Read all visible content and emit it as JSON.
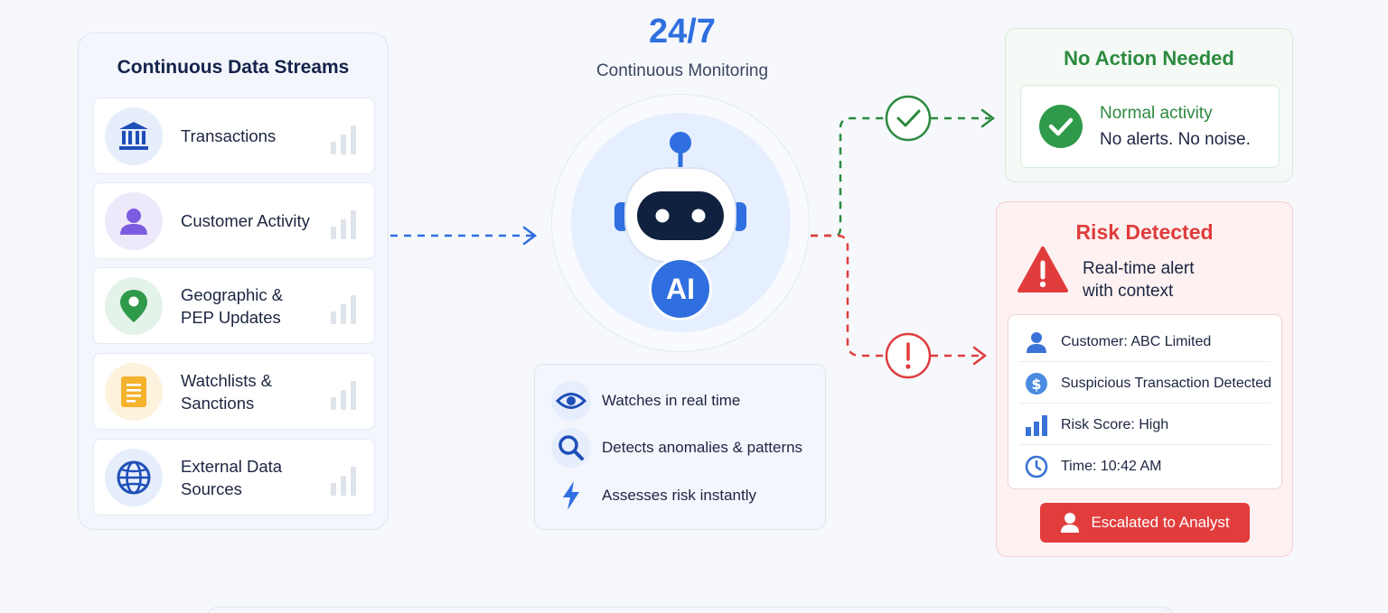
{
  "header": {
    "title": "24/7",
    "subtitle": "Continuous Monitoring"
  },
  "streams": {
    "title": "Continuous Data Streams",
    "items": [
      {
        "label": "Transactions",
        "icon": "bank-icon"
      },
      {
        "label": "Customer Activity",
        "icon": "user-icon"
      },
      {
        "label": "Geographic & PEP Updates",
        "icon": "map-pin-icon"
      },
      {
        "label": "Watchlists & Sanctions",
        "icon": "document-icon"
      },
      {
        "label": "External Data Sources",
        "icon": "globe-icon"
      }
    ]
  },
  "ai": {
    "badge": "AI",
    "features": [
      {
        "label": "Watches in real time",
        "icon": "eye-icon"
      },
      {
        "label": "Detects anomalies & patterns",
        "icon": "magnifier-icon"
      },
      {
        "label": "Assesses risk instantly",
        "icon": "lightning-icon"
      }
    ]
  },
  "no_action": {
    "title": "No Action Needed",
    "status": "Normal activity",
    "detail": "No alerts. No noise."
  },
  "risk": {
    "title": "Risk Detected",
    "description_line1": "Real-time alert",
    "description_line2": "with context",
    "details": [
      {
        "label": "Customer: ABC Limited",
        "icon": "user-icon"
      },
      {
        "label": "Suspicious Transaction Detected",
        "icon": "dollar-icon"
      },
      {
        "label": "Risk Score: High",
        "icon": "bar-chart-icon"
      },
      {
        "label": "Time: 10:42 AM",
        "icon": "clock-icon"
      }
    ],
    "action_label": "Escalated to Analyst"
  },
  "colors": {
    "primary": "#2f6fe0",
    "success": "#2b8a3e",
    "danger": "#e03c3c",
    "navy": "#14234b"
  }
}
